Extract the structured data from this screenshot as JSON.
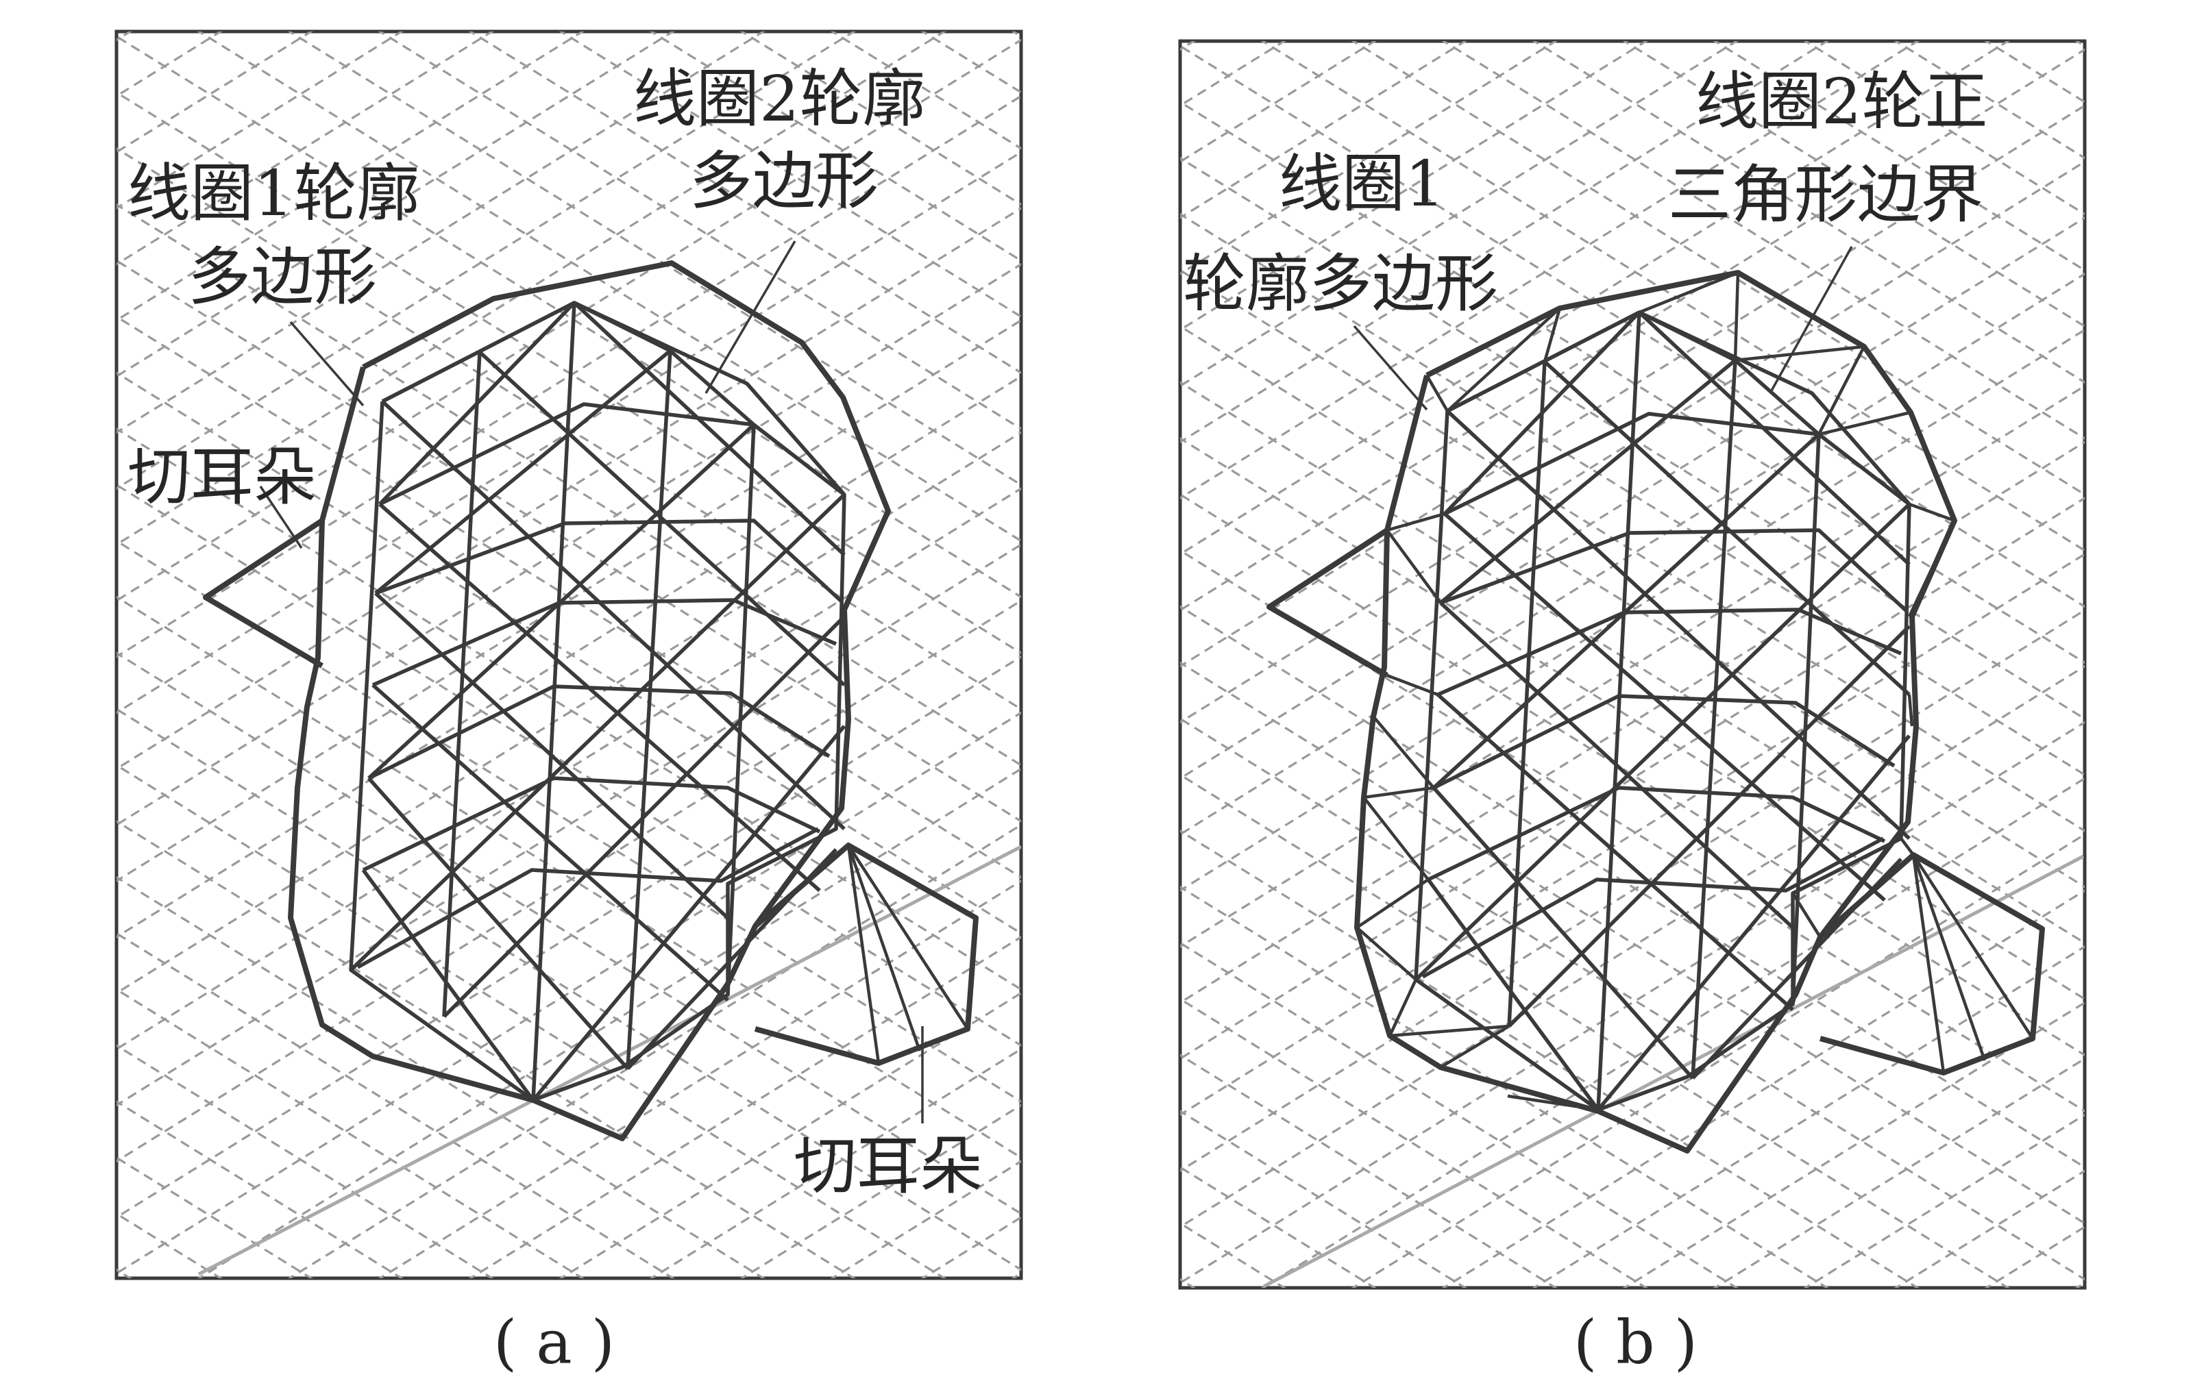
{
  "panel_a": {
    "caption": "( a )",
    "coil1_label": [
      "线圈1轮廓",
      "多边形"
    ],
    "coil2_label": [
      "线圈2轮廓",
      "多边形"
    ],
    "ear_label_left": "切耳朵",
    "ear_label_right": "切耳朵"
  },
  "panel_b": {
    "caption": "( b )",
    "coil1_label": [
      "线圈1",
      "轮廓多边形"
    ],
    "coil2_label": [
      "线圈2轮正",
      "三角形边界"
    ]
  },
  "colors": {
    "line": "#3a3a3a",
    "grid": "#9a9a9a",
    "background": "#ffffff"
  }
}
